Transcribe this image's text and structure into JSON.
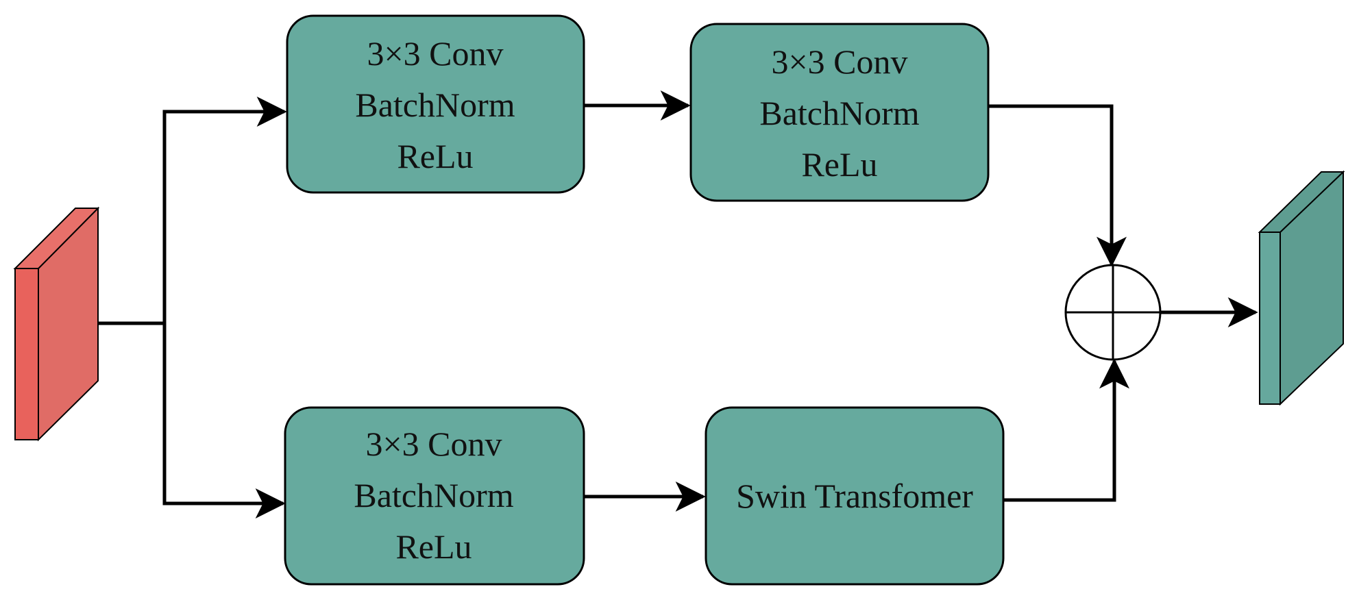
{
  "colors": {
    "block_fill": "#66aa9e",
    "input_front": "#e8625c",
    "input_side": "#e06c66",
    "output_front": "#66a89d",
    "output_side": "#5e9d91",
    "stroke": "#000000"
  },
  "blocks": {
    "top_conv1": {
      "lines": [
        "3×3 Conv",
        "BatchNorm",
        "ReLu"
      ]
    },
    "top_conv2": {
      "lines": [
        "3×3 Conv",
        "BatchNorm",
        "ReLu"
      ]
    },
    "bottom_conv": {
      "lines": [
        "3×3 Conv",
        "BatchNorm",
        "ReLu"
      ]
    },
    "swin": {
      "lines": [
        "Swin Transfomer"
      ]
    }
  },
  "operator": {
    "icon": "element-wise-sum-icon"
  },
  "input_tensor": {
    "icon": "input-feature-map-icon"
  },
  "output_tensor": {
    "icon": "output-feature-map-icon"
  }
}
